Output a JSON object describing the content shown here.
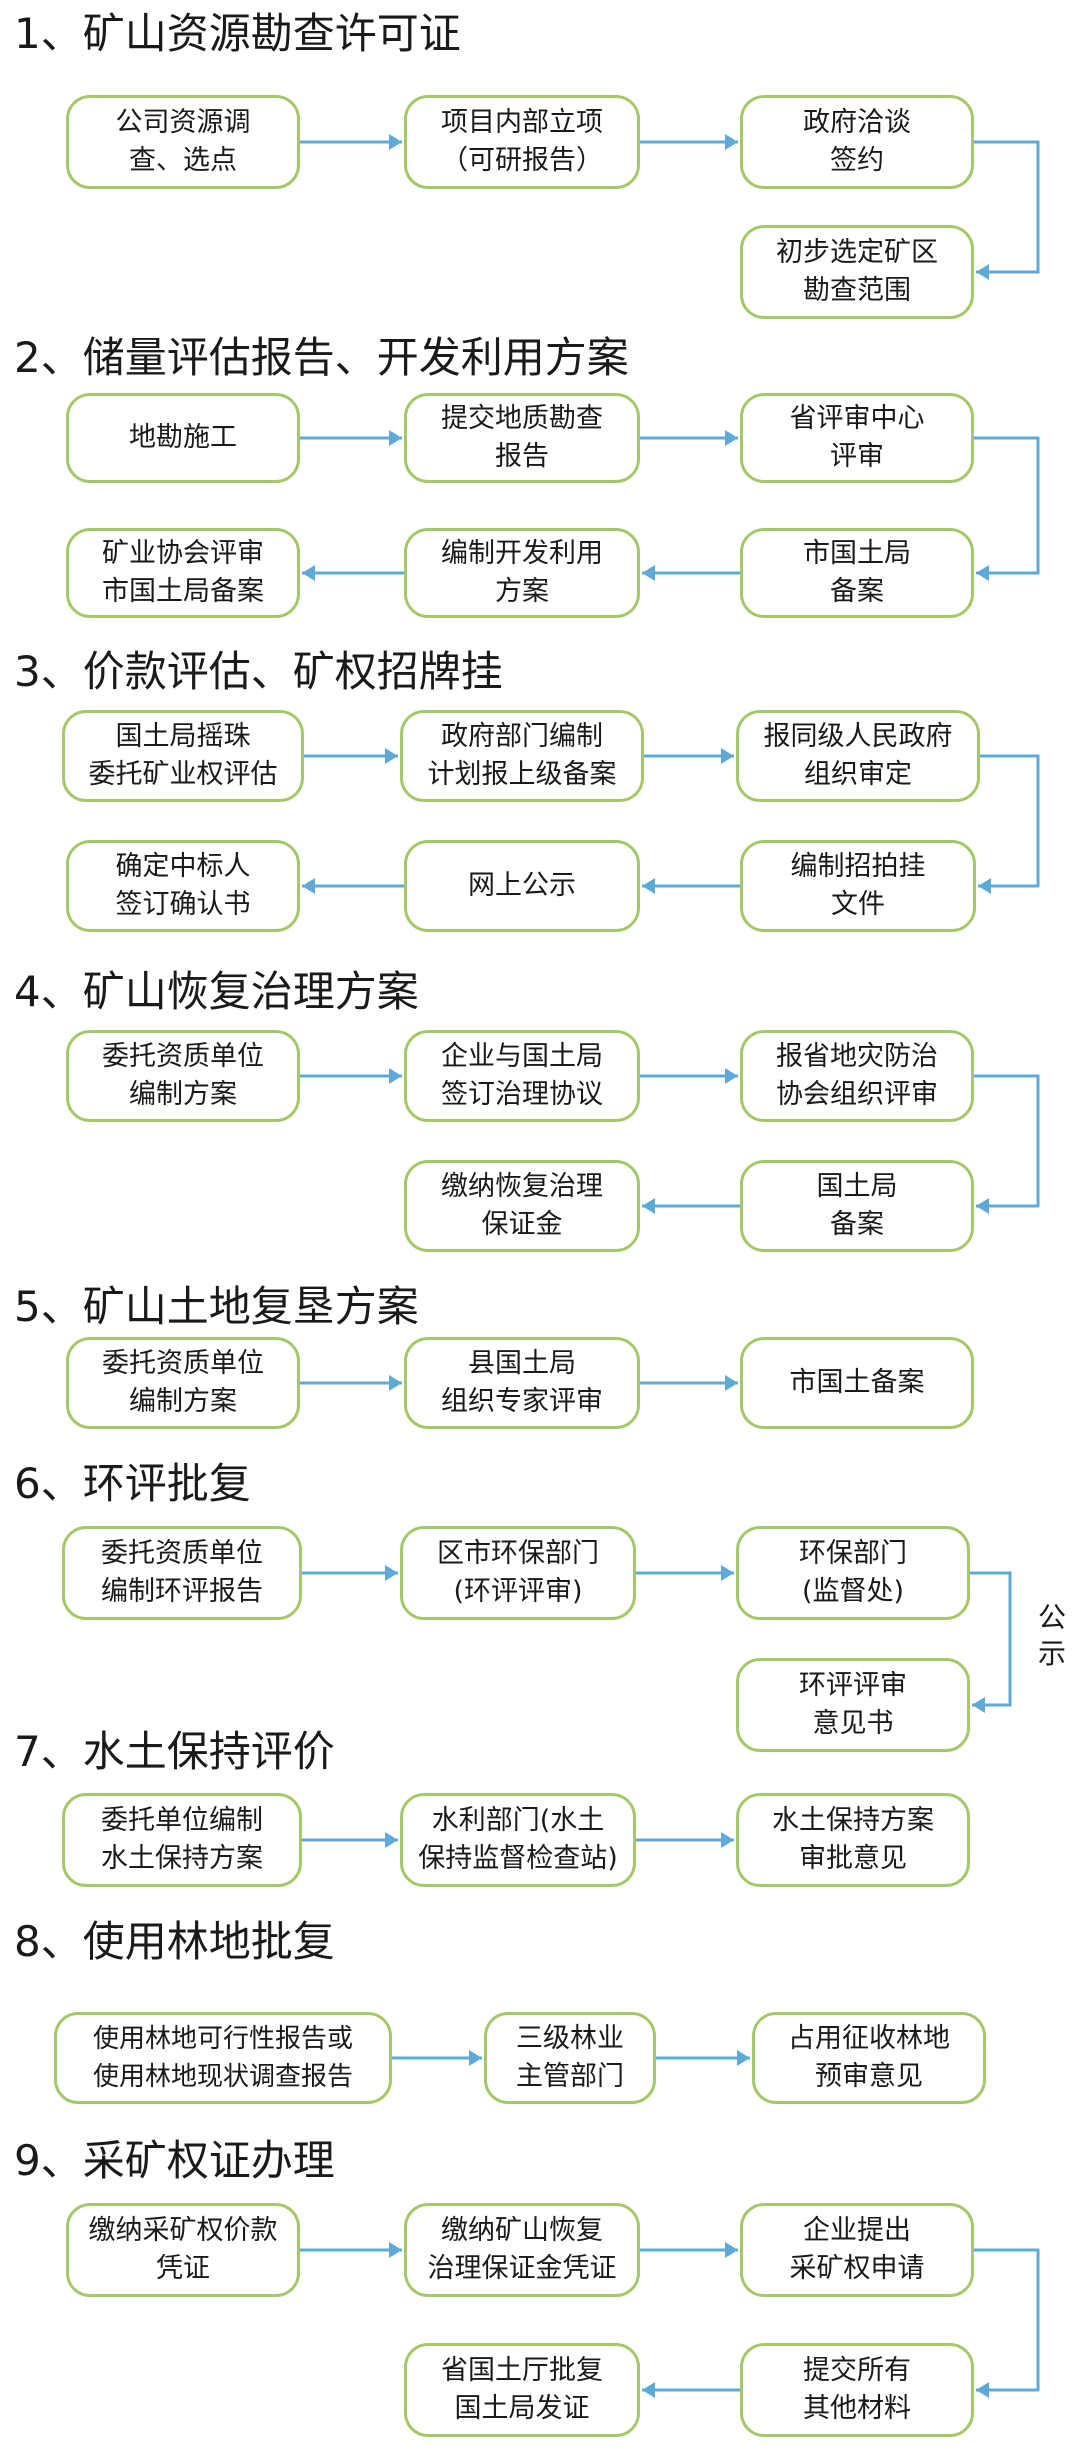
{
  "colors": {
    "box_border": "#a6c86a",
    "arrow": "#5fa9d9"
  },
  "sections": [
    {
      "title": "1、矿山资源勘查许可证",
      "nodes": [
        "公司资源调\n查、选点",
        "项目内部立项\n（可研报告）",
        "政府洽谈\n签约",
        "初步选定矿区\n勘查范围"
      ]
    },
    {
      "title": "2、储量评估报告、开发利用方案",
      "nodes": [
        "地勘施工",
        "提交地质勘查\n报告",
        "省评审中心\n评审",
        "市国土局\n备案",
        "编制开发利用\n方案",
        "矿业协会评审\n市国土局备案"
      ]
    },
    {
      "title": "3、价款评估、矿权招牌挂",
      "nodes": [
        "国土局摇珠\n委托矿业权评估",
        "政府部门编制\n计划报上级备案",
        "报同级人民政府\n组织审定",
        "编制招拍挂\n文件",
        "网上公示",
        "确定中标人\n签订确认书"
      ]
    },
    {
      "title": "4、矿山恢复治理方案",
      "nodes": [
        "委托资质单位\n编制方案",
        "企业与国土局\n签订治理协议",
        "报省地灾防治\n协会组织评审",
        "国土局\n备案",
        "缴纳恢复治理\n保证金"
      ]
    },
    {
      "title": "5、矿山土地复垦方案",
      "nodes": [
        "委托资质单位\n编制方案",
        "县国土局\n组织专家评审",
        "市国土备案"
      ]
    },
    {
      "title": "6、环评批复",
      "nodes": [
        "委托资质单位\n编制环评报告",
        "区市环保部门\n(环评评审)",
        "环保部门\n(监督处)",
        "环评评审\n意见书"
      ],
      "note": "公\n示"
    },
    {
      "title": "7、水土保持评价",
      "nodes": [
        "委托单位编制\n水土保持方案",
        "水利部门(水土\n保持监督检查站)",
        "水土保持方案\n审批意见"
      ]
    },
    {
      "title": "8、使用林地批复",
      "nodes": [
        "使用林地可行性报告或\n使用林地现状调查报告",
        "三级林业\n主管部门",
        "占用征收林地\n预审意见"
      ]
    },
    {
      "title": "9、采矿权证办理",
      "nodes": [
        "缴纳采矿权价款\n凭证",
        "缴纳矿山恢复\n治理保证金凭证",
        "企业提出\n采矿权申请",
        "提交所有\n其他材料",
        "省国土厅批复\n国土局发证"
      ]
    }
  ]
}
